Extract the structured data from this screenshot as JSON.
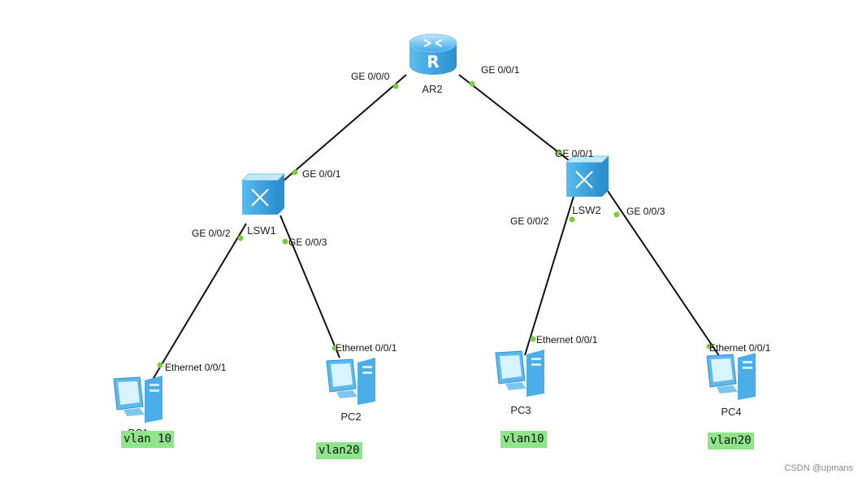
{
  "colors": {
    "link": "#111111",
    "port_dot": "#7ccc3c",
    "vlan_bg": "#8fe58a"
  },
  "devices": {
    "router": {
      "label": "AR2",
      "icon": "router-icon"
    },
    "switch1": {
      "label": "LSW1",
      "icon": "switch-icon"
    },
    "switch2": {
      "label": "LSW2",
      "icon": "switch-icon"
    },
    "pc1": {
      "label": "PC1",
      "icon": "pc-icon"
    },
    "pc2": {
      "label": "PC2",
      "icon": "pc-icon"
    },
    "pc3": {
      "label": "PC3",
      "icon": "pc-icon"
    },
    "pc4": {
      "label": "PC4",
      "icon": "pc-icon"
    }
  },
  "ports": {
    "ar2_left": "GE 0/0/0",
    "ar2_right": "GE 0/0/1",
    "lsw1_up": "GE 0/0/1",
    "lsw1_left": "GE 0/0/2",
    "lsw1_right": "GE 0/0/3",
    "lsw2_up": "GE 0/0/1",
    "lsw2_left": "GE 0/0/2",
    "lsw2_right": "GE 0/0/3",
    "pc1_port": "Ethernet 0/0/1",
    "pc2_port": "Ethernet 0/0/1",
    "pc3_port": "Ethernet 0/0/1",
    "pc4_port": "Ethernet 0/0/1"
  },
  "vlans": {
    "pc1": "vlan 10",
    "pc2": "vlan20",
    "pc3": "vlan10",
    "pc4": "vlan20"
  },
  "watermark": "CSDN @upmans"
}
